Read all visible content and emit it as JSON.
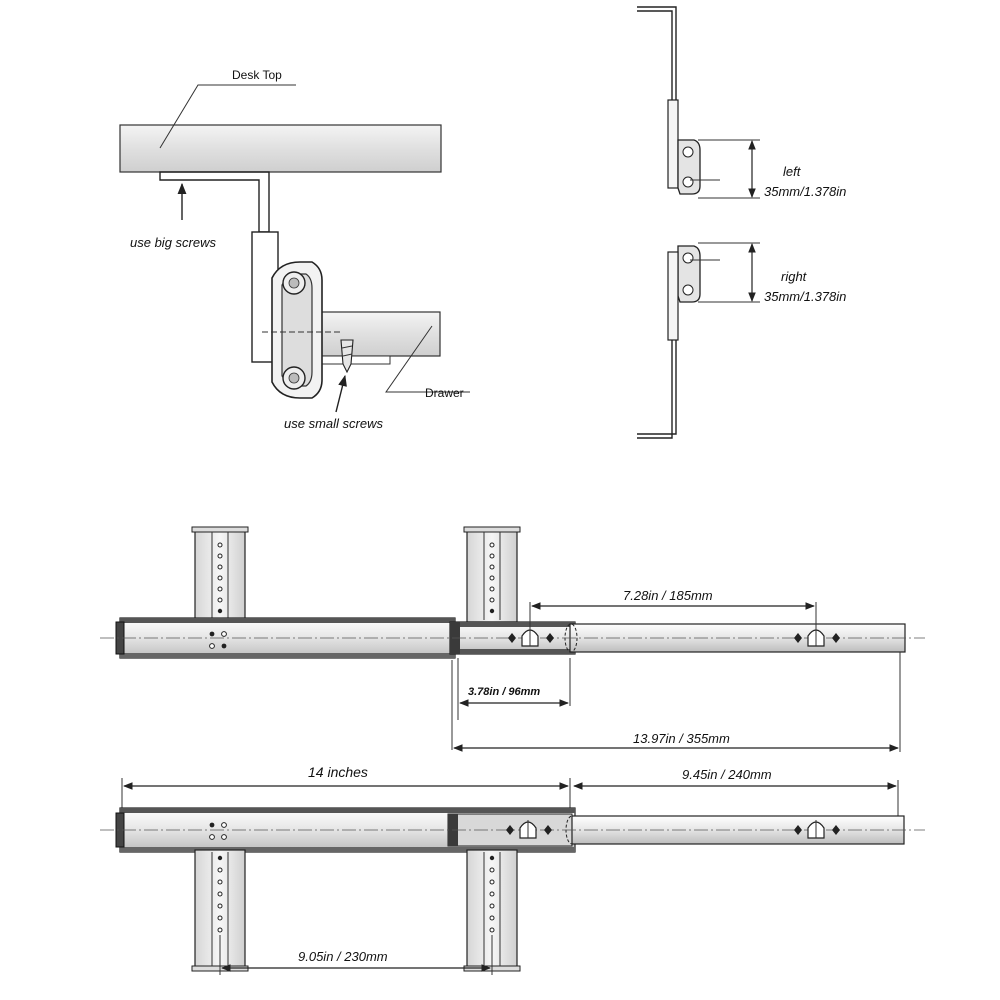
{
  "cross_section": {
    "desk_top_label": "Desk Top",
    "big_screws_label": "use big screws",
    "drawer_label": "Drawer",
    "small_screws_label": "use small screws"
  },
  "side_views": {
    "left_label": "left",
    "left_dimension": "35mm/1.378in",
    "right_label": "right",
    "right_dimension": "35mm/1.378in"
  },
  "extended_slide": {
    "hole_spacing": "7.28in / 185mm",
    "inner_offset": "3.78in / 96mm",
    "extension": "13.97in / 355mm"
  },
  "closed_slide": {
    "length": "14 inches",
    "travel": "9.45in / 240mm",
    "bracket_spacing": "9.05in / 230mm"
  }
}
